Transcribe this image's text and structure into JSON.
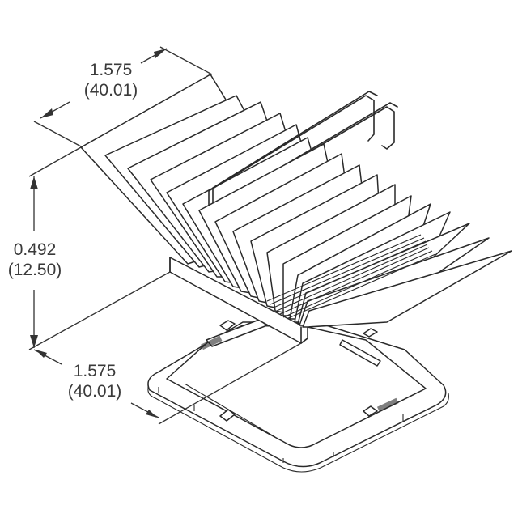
{
  "drawing": {
    "subject": "folded-fin heatsink with wire clip and mounting frame",
    "line_color": "#2a2a2a",
    "background": "#ffffff"
  },
  "dimensions": {
    "top_width": {
      "inch": "1.575",
      "mm": "(40.01)"
    },
    "height": {
      "inch": "0.492",
      "mm": "(12.50)"
    },
    "bottom_depth": {
      "inch": "1.575",
      "mm": "(40.01)"
    }
  }
}
